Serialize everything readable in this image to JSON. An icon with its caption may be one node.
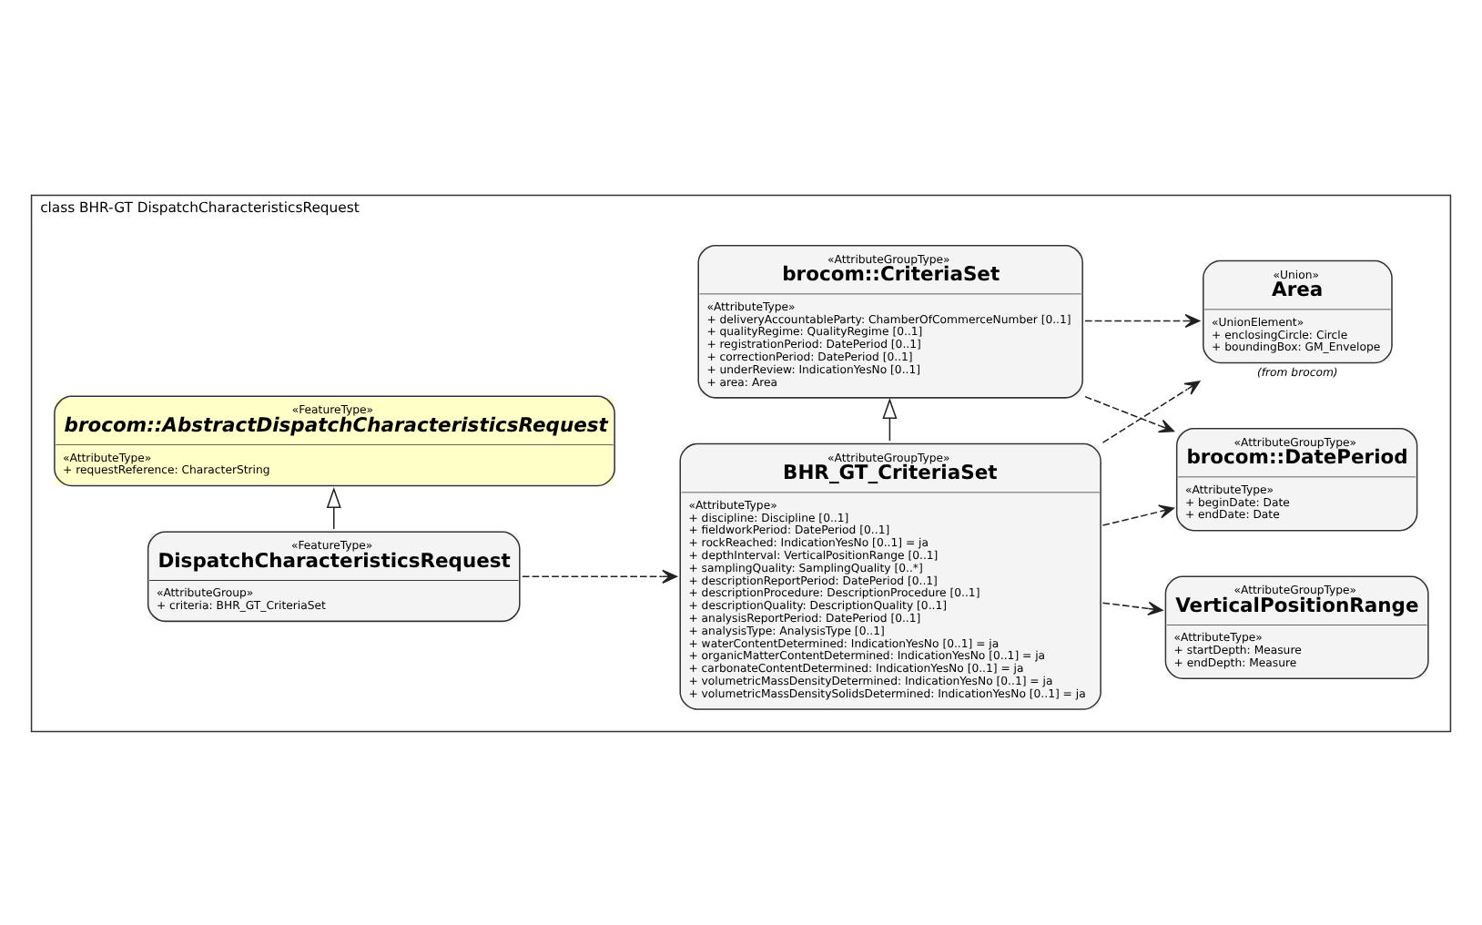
{
  "diagram": {
    "nodes": [
      {
        "text": [
          "class BHR-GT DispatchCharacteristicsRequest"
        ]
      },
      {
        "text": [
          "«FeatureType»",
          "brocom::AbstractDispatchCharacteristicsRequest",
          "«AttributeType»",
          "+ requestReference: CharacterString"
        ],
        "in": 0
      },
      {
        "text": [
          "«FeatureType»",
          "DispatchCharacteristicsRequest",
          "«AttributeGroup»",
          "+ criteria: BHR_GT_CriteriaSet"
        ],
        "in": 0
      },
      {
        "text": [
          "«AttributeGroupType»",
          "brocom::CriteriaSet",
          "«AttributeType»",
          "+ deliveryAccountableParty: ChamberOfCommerceNumber [0..1]",
          "+ qualityRegime: QualityRegime [0..1]",
          "+ registrationPeriod: DatePeriod [0..1]",
          "+ correctionPeriod: DatePeriod [0..1]",
          "+ underReview: IndicationYesNo [0..1]",
          "+ area: Area"
        ],
        "in": 0
      },
      {
        "text": [
          "«AttributeGroupType»",
          "BHR_GT_CriteriaSet",
          "«AttributeType»",
          "+ discipline: Discipline [0..1]",
          "+ fieldworkPeriod: DatePeriod [0..1]",
          "+ rockReached: IndicationYesNo [0..1] = ja",
          "+ depthInterval: VerticalPositionRange [0..1]",
          "+ samplingQuality: SamplingQuality [0..*]",
          "+ descriptionReportPeriod: DatePeriod [0..1]",
          "+ descriptionProcedure: DescriptionProcedure [0..1]",
          "+ descriptionQuality: DescriptionQuality [0..1]",
          "+ analysisReportPeriod: DatePeriod [0..1]",
          "+ analysisType: AnalysisType [0..1]",
          "+ waterContentDetermined: IndicationYesNo [0..1] = ja",
          "+ organicMatterContentDetermined: IndicationYesNo [0..1] = ja",
          "+ carbonateContentDetermined: IndicationYesNo [0..1] = ja",
          "+ volumetricMassDensityDetermined: IndicationYesNo [0..1] = ja",
          "+ volumetricMassDensitySolidsDetermined: IndicationYesNo [0..1] = ja"
        ],
        "in": 0
      },
      {
        "text": [
          "«Union»",
          "Area",
          "«UnionElement»",
          "+ enclosingCircle: Circle",
          "+ boundingBox: GM_Envelope"
        ],
        "beside": [
          "(from brocom)"
        ],
        "in": 0
      },
      {
        "text": [
          "«AttributeGroupType»",
          "brocom::DatePeriod",
          "«AttributeType»",
          "+ beginDate: Date",
          "+ endDate: Date"
        ],
        "in": 0
      },
      {
        "text": [
          "«AttributeGroupType»",
          "VerticalPositionRange",
          "«AttributeType»",
          "+ startDepth: Measure",
          "+ endDepth: Measure"
        ],
        "in": 0
      }
    ],
    "edges": [
      {
        "from": 2,
        "to": 1,
        "arrow": "to"
      },
      {
        "from": 4,
        "to": 3,
        "arrow": "to"
      },
      {
        "from": 2,
        "to": 4,
        "arrow": "to",
        "style": "dashed"
      },
      {
        "from": 3,
        "to": 5,
        "arrow": "to",
        "style": "dashed"
      },
      {
        "from": 3,
        "to": 6,
        "arrow": "to",
        "style": "dashed"
      },
      {
        "from": 4,
        "to": 5,
        "arrow": "to",
        "style": "dashed"
      },
      {
        "from": 4,
        "to": 6,
        "arrow": "to",
        "style": "dashed"
      },
      {
        "from": 4,
        "to": 7,
        "arrow": "to",
        "style": "dashed"
      }
    ]
  }
}
